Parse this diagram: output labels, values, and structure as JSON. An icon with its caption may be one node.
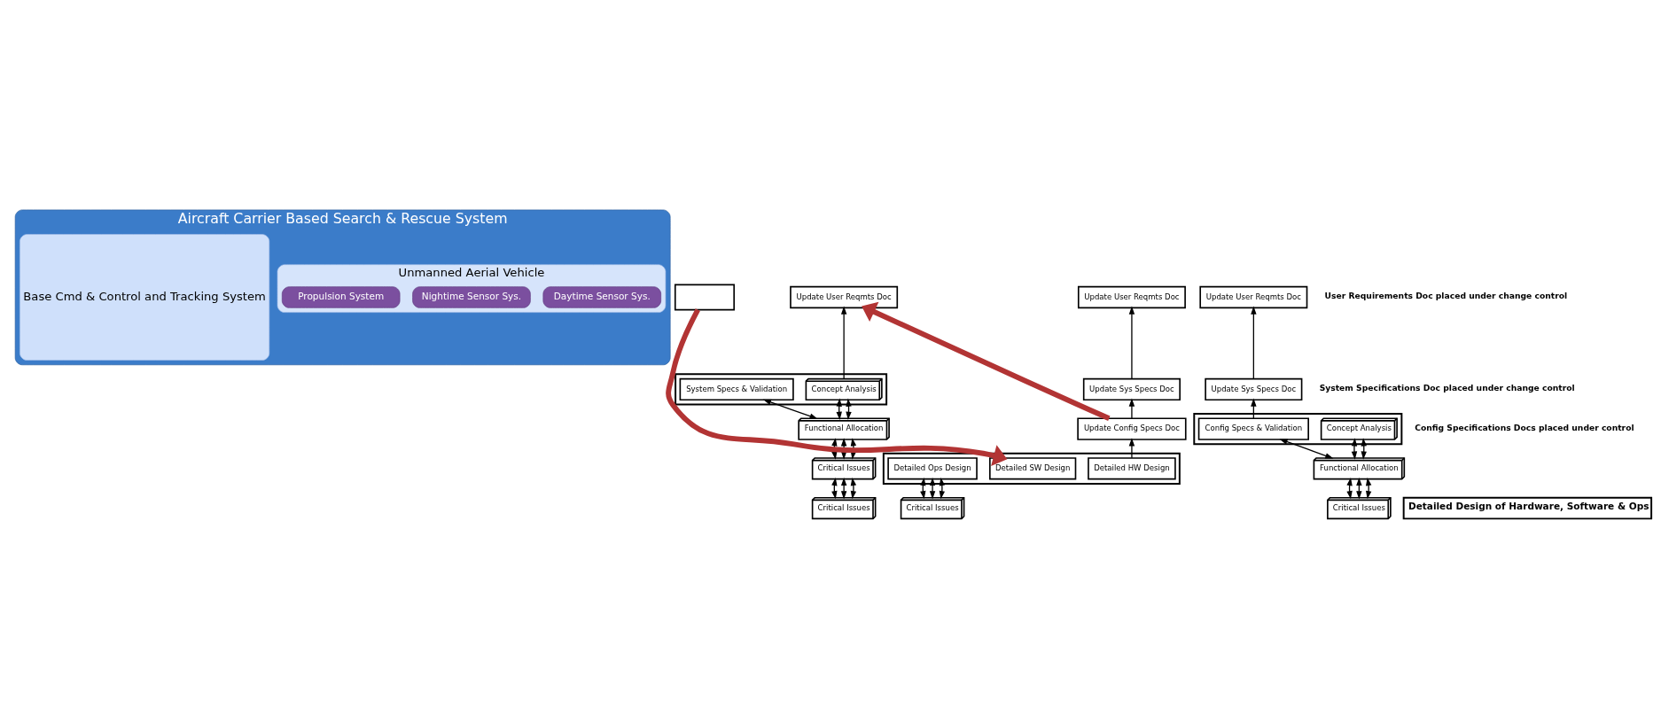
{
  "diagram": {
    "nodes": [
      {
        "text": [
          "Aircraft Carrier Based Search & Rescue System"
        ]
      },
      {
        "text": [
          "Unmanned Aerial Vehicle"
        ],
        "in": 0
      },
      {
        "text": [
          "Daytime Sensor Sys."
        ],
        "in": 1
      },
      {
        "text": [
          "Nightime Sensor Sys."
        ],
        "in": 1
      },
      {
        "text": [
          "Propulsion System"
        ],
        "in": 1
      },
      {
        "text": [
          "Base Cmd & Control and Tracking System"
        ],
        "in": 0
      },
      {
        "text": [],
        "shape": "box"
      },
      {
        "text": [
          "Update User Reqmts Doc"
        ]
      },
      {
        "text": [],
        "shape": "box"
      },
      {
        "text": [
          "Concept Analysis"
        ],
        "in": 8
      },
      {
        "text": [
          "System Specs & Validation"
        ],
        "in": 8
      },
      {
        "text": [
          "Functional Allocation"
        ]
      },
      {
        "text": [
          "Critical Issues"
        ]
      },
      {
        "text": [
          "Critical Issues"
        ]
      },
      {
        "text": [
          "Update User Reqmts Doc"
        ]
      },
      {
        "text": [
          "Update Sys Specs Doc"
        ]
      },
      {
        "text": [],
        "shape": "box"
      },
      {
        "text": [
          "Concept Analysis"
        ],
        "in": 16
      },
      {
        "text": [
          "Config Specs & Validation"
        ],
        "in": 16
      },
      {
        "text": [
          "Functional Allocation"
        ]
      },
      {
        "text": [
          "Critical Issues"
        ]
      },
      {
        "text": [
          "Update User Reqmts Doc"
        ]
      },
      {
        "text": [
          "Update Sys Specs Doc"
        ]
      },
      {
        "text": [
          "Update Config Specs Doc"
        ]
      },
      {
        "text": [],
        "shape": "box"
      },
      {
        "text": [
          "Detailed HW Design"
        ],
        "in": 24
      },
      {
        "text": [
          "Detailed SW Design"
        ],
        "in": 24
      },
      {
        "text": [
          "Detailed Ops Design"
        ],
        "in": 24
      },
      {
        "text": [
          "Critical Issues"
        ]
      },
      {
        "text": [
          "Detailed Design of Hardware, Software & Ops"
        ]
      }
    ],
    "edges": [
      {
        "from": 9,
        "to": 7,
        "arrow": "to"
      },
      {
        "from": 11,
        "to": 9,
        "arrow": "both"
      },
      {
        "from": 11,
        "to": 9,
        "arrow": "both"
      },
      {
        "from": 11,
        "to": 10,
        "arrow": "both"
      },
      {
        "from": 12,
        "to": 11,
        "arrow": "both"
      },
      {
        "from": 12,
        "to": 11,
        "arrow": "both"
      },
      {
        "from": 12,
        "to": 11,
        "arrow": "both"
      },
      {
        "from": 13,
        "to": 12,
        "arrow": "both"
      },
      {
        "from": 13,
        "to": 12,
        "arrow": "both"
      },
      {
        "from": 13,
        "to": 12,
        "arrow": "both"
      },
      {
        "from": 15,
        "to": 14,
        "arrow": "to"
      },
      {
        "from": 18,
        "to": 15,
        "arrow": "to"
      },
      {
        "from": 19,
        "to": 17,
        "arrow": "both"
      },
      {
        "from": 19,
        "to": 17,
        "arrow": "both"
      },
      {
        "from": 19,
        "to": 18,
        "arrow": "both"
      },
      {
        "from": 20,
        "to": 19,
        "arrow": "both"
      },
      {
        "from": 20,
        "to": 19,
        "arrow": "both"
      },
      {
        "from": 20,
        "to": 19,
        "arrow": "both"
      },
      {
        "from": 22,
        "to": 21,
        "arrow": "to"
      },
      {
        "from": 23,
        "to": 22,
        "arrow": "to"
      },
      {
        "from": 25,
        "to": 23,
        "arrow": "to"
      },
      {
        "from": 28,
        "to": 27,
        "arrow": "both"
      },
      {
        "from": 28,
        "to": 27,
        "arrow": "both"
      },
      {
        "from": 28,
        "to": 27,
        "arrow": "both"
      },
      {
        "from": 23,
        "to": 7,
        "arrow": "to",
        "style": "thick",
        "color": "#b23434"
      },
      {
        "from": 6,
        "to": 26,
        "arrow": "to",
        "style": "thick",
        "color": "#b23434"
      }
    ],
    "labels": [
      "User Requirements Doc placed under change control",
      "System Specifications Doc placed under change control",
      "Config Specifications Docs placed under control"
    ]
  }
}
